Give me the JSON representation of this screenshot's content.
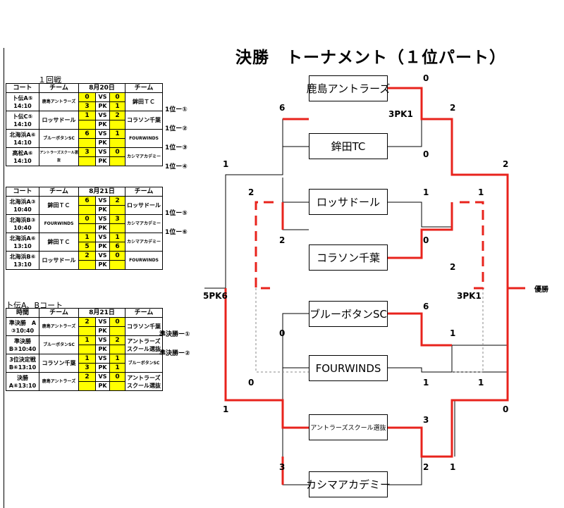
{
  "title": "決勝　トーナメント（１位パート）",
  "sections": {
    "r1": {
      "label": "１回戦",
      "header": [
        "コート",
        "チーム",
        "8月20日",
        "",
        "",
        "チーム"
      ],
      "matches": [
        {
          "court": "卜伝A⑤",
          "time": "14:10",
          "team1": "鹿島アントラーズ",
          "s1": "0",
          "vs": "VS",
          "s2": "0",
          "pk1": "3",
          "pk": "PK",
          "pk2": "1",
          "team2": "鉾田ＴＣ",
          "ref": "1位ー①"
        },
        {
          "court": "卜伝C⑤",
          "time": "14:10",
          "team1": "ロッサドール",
          "s1": "1",
          "vs": "VS",
          "s2": "2",
          "pk1": "",
          "pk": "PK",
          "pk2": "",
          "team2": "コラソン千葉",
          "ref": "1位ー②"
        },
        {
          "court": "北海浜A⑥",
          "time": "14:10",
          "team1": "ブルーボタンSC",
          "s1": "6",
          "vs": "VS",
          "s2": "1",
          "pk1": "",
          "pk": "PK",
          "pk2": "",
          "team2": "FOURWINDS",
          "ref": "1位ー③"
        },
        {
          "court": "高松A⑥",
          "time": "14:10",
          "team1": "アントラーズスクール選抜",
          "s1": "3",
          "vs": "VS",
          "s2": "0",
          "pk1": "",
          "pk": "PK",
          "pk2": "",
          "team2": "カシマアカデミー",
          "ref": "1位ー④"
        }
      ]
    },
    "r2": {
      "header": [
        "コート",
        "チーム",
        "8月21日",
        "",
        "",
        "チーム"
      ],
      "matches": [
        {
          "court": "北海浜A③",
          "time": "10:40",
          "team1": "鉾田ＴＣ",
          "s1": "6",
          "vs": "VS",
          "s2": "2",
          "pk1": "",
          "pk": "PK",
          "pk2": "",
          "team2": "ロッサドール",
          "ref": "1位ー⑤"
        },
        {
          "court": "北海浜B③",
          "time": "10:40",
          "team1": "FOURWINDS",
          "s1": "0",
          "vs": "VS",
          "s2": "3",
          "pk1": "",
          "pk": "PK",
          "pk2": "",
          "team2": "カシマアカデミー",
          "ref": "1位ー⑥"
        },
        {
          "court": "北海浜A⑥",
          "time": "13:10",
          "team1": "鉾田ＴＣ",
          "s1": "1",
          "vs": "VS",
          "s2": "1",
          "pk1": "5",
          "pk": "PK",
          "pk2": "6",
          "team2": "カシマアカデミー",
          "ref": ""
        },
        {
          "court": "北海浜B⑥",
          "time": "13:10",
          "team1": "ロッサドール",
          "s1": "2",
          "vs": "VS",
          "s2": "0",
          "pk1": "",
          "pk": "PK",
          "pk2": "",
          "team2": "FOURWINDS",
          "ref": ""
        }
      ]
    },
    "r3": {
      "label": "卜伝A、Bコート",
      "header": [
        "時間",
        "チーム",
        "8月21日",
        "",
        "",
        "チーム"
      ],
      "matches": [
        {
          "court": "準決勝　A",
          "time": "③10:40",
          "team1": "鹿島アントラーズ",
          "s1": "2",
          "vs": "VS",
          "s2": "0",
          "pk1": "",
          "pk": "PK",
          "pk2": "",
          "team2": "コラソン千葉",
          "ref": "準決勝ー①"
        },
        {
          "court": "準決勝",
          "time": "B③10:40",
          "team1": "ブルーボタンSC",
          "s1": "1",
          "vs": "VS",
          "s2": "2",
          "pk1": "",
          "pk": "PK",
          "pk2": "",
          "team2": "アントラーズスクール選抜",
          "ref": "準決勝ー②"
        },
        {
          "court": "3位決定戦",
          "time": "B⑥13:10",
          "team1": "コラソン千葉",
          "s1": "1",
          "vs": "VS",
          "s2": "1",
          "pk1": "3",
          "pk": "PK",
          "pk2": "1",
          "team2": "ブルーボタンSC",
          "ref": ""
        },
        {
          "court": "決勝",
          "time": "A⑥13:10",
          "team1": "鹿島アントラーズ",
          "s1": "2",
          "vs": "VS",
          "s2": "0",
          "pk1": "",
          "pk": "PK",
          "pk2": "",
          "team2": "アントラーズスクール選抜",
          "ref": ""
        }
      ]
    }
  },
  "bracket": {
    "teams": [
      "鹿島アントラーズ",
      "鉾田TC",
      "ロッサドール",
      "コラソン千葉",
      "ブルーボタンSC",
      "FOURWINDS",
      "アントラーズスクール選抜",
      "カシマアカデミー"
    ],
    "scores": {
      "r1_1a": "0",
      "r1_1b": "0",
      "r1_1pk": "3PK1",
      "r1_2a": "1",
      "r1_2b": "0",
      "r1_3a": "6",
      "r1_3b": "1",
      "r1_4a": "3",
      "r1_4b": "2",
      "sf_a_top": "2",
      "sf_a_bot": "2",
      "sf_b_top": "1",
      "sf_b_bot": "1",
      "final_top": "2",
      "final_bot": "0",
      "third_top": "1",
      "third_bot": "1",
      "third_pk": "3PK1",
      "left_q1": "6",
      "left_q2": "2",
      "left_q3": "0",
      "left_q4": "3",
      "left_s1": "1",
      "left_s2": "1",
      "left_pk": "5PK6",
      "left_d1": "2",
      "left_d2": "0"
    },
    "champion": "優勝",
    "line_color": "#e8231c"
  }
}
